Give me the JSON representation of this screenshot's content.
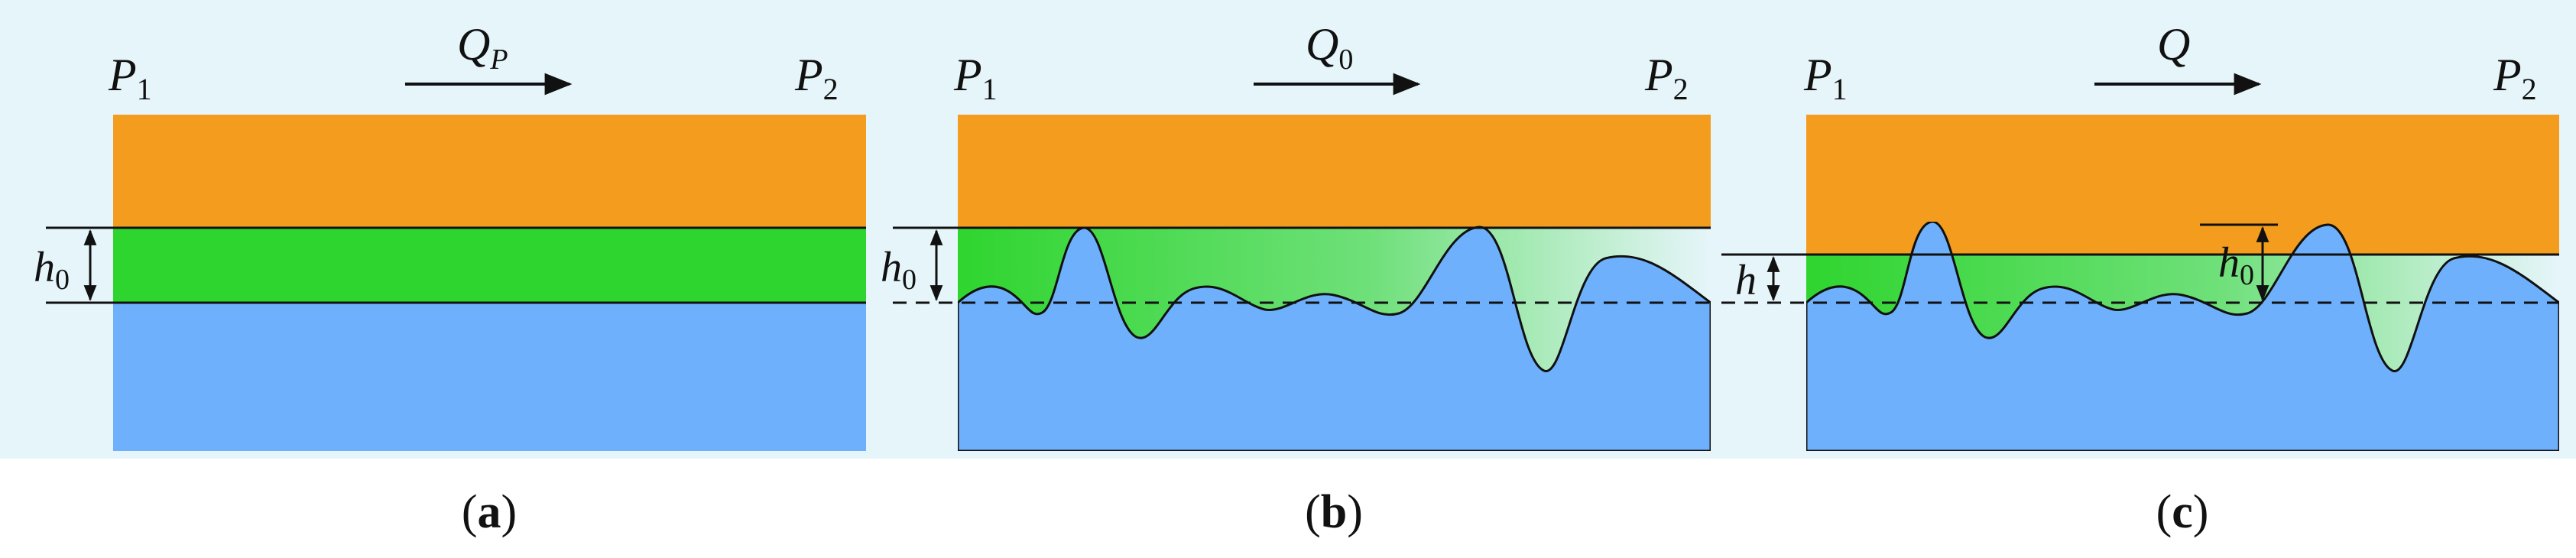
{
  "colors": {
    "background": "#e6f5fa",
    "upper_solid": "#f39c1e",
    "film": "#2fd52f",
    "lower_solid": "#6eb0fb",
    "line": "#111111"
  },
  "panels": [
    {
      "caption_open": "(",
      "caption_letter": "a",
      "caption_close": ")",
      "left_p": "P",
      "left_p_sub": "1",
      "flow": "Q",
      "flow_sub": "P",
      "right_p": "P",
      "right_p_sub": "2",
      "gap": "h",
      "gap_sub": "0"
    },
    {
      "caption_open": "(",
      "caption_letter": "b",
      "caption_close": ")",
      "left_p": "P",
      "left_p_sub": "1",
      "flow": "Q",
      "flow_sub": "0",
      "right_p": "P",
      "right_p_sub": "2",
      "gap": "h",
      "gap_sub": "0"
    },
    {
      "caption_open": "(",
      "caption_letter": "c",
      "caption_close": ")",
      "left_p": "P",
      "left_p_sub": "1",
      "flow": "Q",
      "flow_sub": "",
      "right_p": "P",
      "right_p_sub": "2",
      "gap": "h",
      "gap_sub": "",
      "inner_gap": "h",
      "inner_gap_sub": "0"
    }
  ]
}
